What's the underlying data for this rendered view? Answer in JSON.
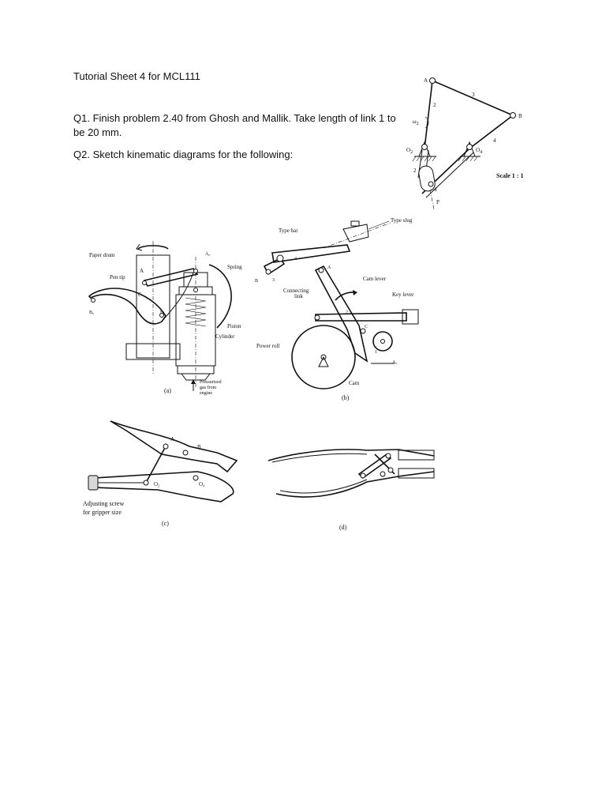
{
  "document": {
    "title": "Tutorial Sheet 4 for MCL111",
    "q1": "Q1. Finish problem 2.40 from Ghosh and Mallik. Take length of link 1 to be 20 mm.",
    "q2": "Q2. Sketch kinematic diagrams for the following:"
  },
  "fig_linkage": {
    "labels": {
      "A": "A",
      "B": "B",
      "O2": "O",
      "O2_sub": "2",
      "O4": "O",
      "O4_sub": "4",
      "P": "P",
      "omega": "ω",
      "omega_sub": "2",
      "link2_top": "2",
      "link3": "3",
      "link4": "4",
      "link2_bottom": "2",
      "link4_bottom": "4"
    },
    "scale": "Scale 1 : 1"
  },
  "fig_a": {
    "caption": "(a)",
    "labels": {
      "paper_drum": "Paper drum",
      "pen_tip": "Pen tip",
      "spring": "Spring",
      "piston": "Piston",
      "cylinder": "Cylinder",
      "A": "A",
      "A0": "A₀",
      "B": "B",
      "B0": "B₀",
      "C": "C",
      "gas_1": "Pressurized",
      "gas_2": "gas from",
      "gas_3": "engine"
    }
  },
  "fig_b": {
    "caption": "(b)",
    "labels": {
      "type_bar": "Type bar",
      "type_slug": "Type slug",
      "cam_lever": "Cam lever",
      "key_lever": "Key lever",
      "connecting_1": "Connecting",
      "connecting_2": "link",
      "power_roll": "Power roll",
      "cam": "Cam",
      "A": "A",
      "A0": "A₀",
      "B": "B",
      "C": "C",
      "n1": "1",
      "n2": "2",
      "n3": "3",
      "n4": "4"
    }
  },
  "fig_c": {
    "caption": "(c)",
    "labels": {
      "A": "A",
      "B": "B",
      "O2": "O₂",
      "O4": "O₄",
      "adjust_1": "Adjusting screw",
      "adjust_2": "for gripper size"
    }
  },
  "fig_d": {
    "caption": "(d)"
  }
}
